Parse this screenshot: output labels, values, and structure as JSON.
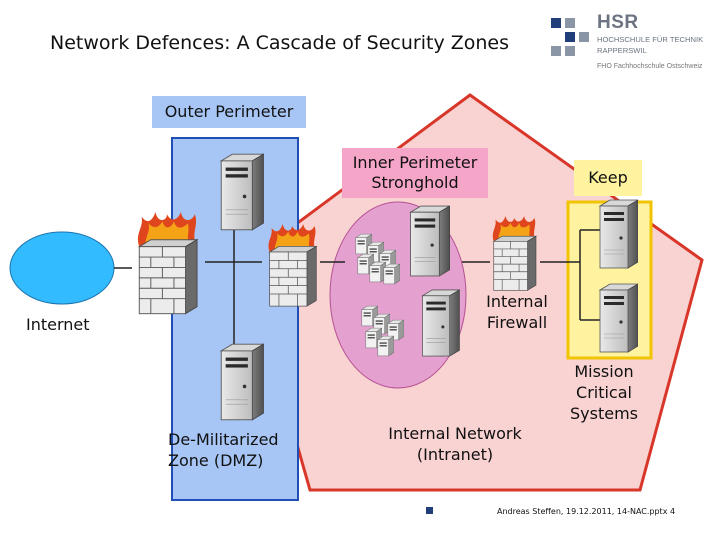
{
  "title": "Network Defences: A Cascade of Security Zones",
  "logo": {
    "name": "HSR",
    "line1": "HOCHSCHULE FÜR TECHNIK",
    "line2": "RAPPERSWIL",
    "line3": "FHO Fachhochschule Ostschweiz"
  },
  "labels": {
    "outer_perimeter": "Outer Perimeter",
    "inner_perimeter_line1": "Inner Perimeter",
    "inner_perimeter_line2": "Stronghold",
    "keep": "Keep",
    "internet": "Internet",
    "internal_firewall_line1": "Internal",
    "internal_firewall_line2": "Firewall",
    "dmz_line1": "De-Militarized",
    "dmz_line2": "Zone (DMZ)",
    "intranet_line1": "Internal Network",
    "intranet_line2": "(Intranet)",
    "mission_line1": "Mission",
    "mission_line2": "Critical",
    "mission_line3": "Systems"
  },
  "footer": "Andreas Steffen, 19.12.2011, 14-NAC.pptx 4",
  "colors": {
    "pentagon_fill": "#f9d2d2",
    "pentagon_stroke": "#d9362a",
    "dmz_fill": "#a7c6f5",
    "dmz_stroke": "#1f4fb5",
    "internet_fill": "#33bbff",
    "outer_label_bg": "#a7c6f5",
    "inner_label_bg": "#f5a5c8",
    "keep_bg": "#fff3a0",
    "keep_stroke": "#f2c400",
    "intranet_cloud": "#e4a1cf"
  }
}
